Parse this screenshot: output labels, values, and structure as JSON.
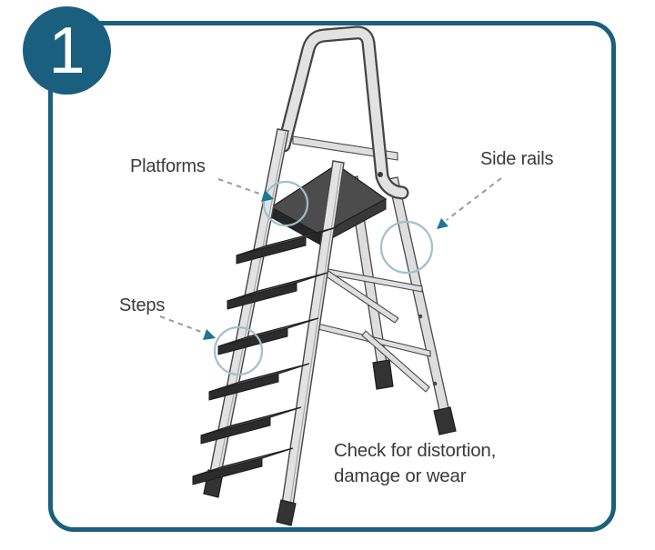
{
  "badge": {
    "number": "1"
  },
  "diagram": {
    "alt": "Step ladder illustration",
    "labels": {
      "platforms": "Platforms",
      "side_rails": "Side rails",
      "steps": "Steps"
    },
    "note_line1": "Check for distortion,",
    "note_line2": "damage or wear"
  },
  "colors": {
    "frame_teal": "#1b5f7e",
    "badge_teal": "#1b5f7e",
    "annotation_circle": "#9fc0ca",
    "arrow_dash": "#999999",
    "arrowhead_teal": "#1e7691",
    "text": "#3a3a3a",
    "ladder_metal": "#e2e2e2",
    "ladder_dark": "#3a3a3a"
  }
}
